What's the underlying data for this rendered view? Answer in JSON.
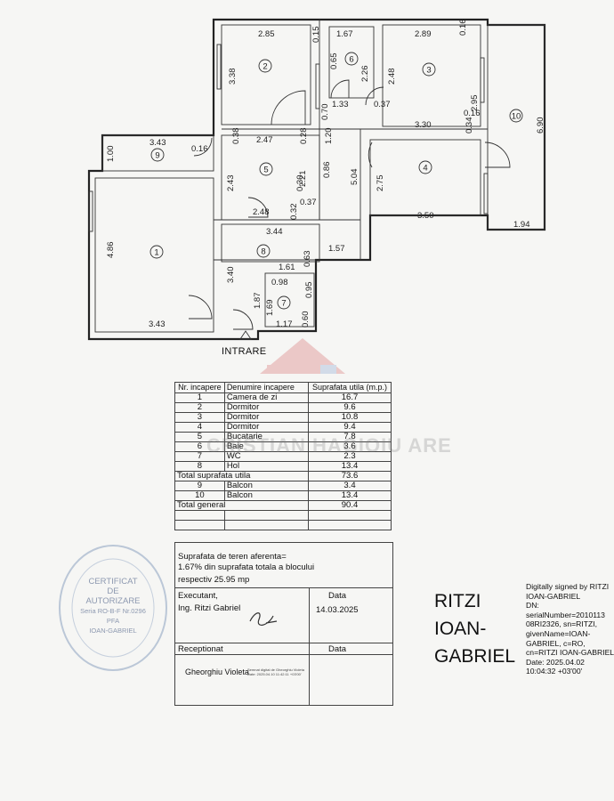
{
  "plan": {
    "entry_label": "INTRARE",
    "rooms": {
      "r1": "1",
      "r2": "2",
      "r3": "3",
      "r4": "4",
      "r5": "5",
      "r6": "6",
      "r7": "7",
      "r8": "8",
      "r9": "9",
      "r10": "10"
    },
    "dims": [
      "2.85",
      "3.38",
      "1.67",
      "0.65",
      "2.26",
      "2.89",
      "0.16",
      "2.48",
      "2.95",
      "0.16",
      "3.30",
      "0.34",
      "6.90",
      "1.33",
      "0.37",
      "3.43",
      "1.00",
      "0.16",
      "0.38",
      "2.47",
      "0.28",
      "1.20",
      "2.43",
      "2.21",
      "0.37",
      "2.48",
      "0.32",
      "3.44",
      "1.57",
      "5.04",
      "2.75",
      "3.50",
      "1.94",
      "4.86",
      "3.40",
      "1.61",
      "0.63",
      "0.98",
      "1.69",
      "1.17",
      "0.60",
      "3.43",
      "1.87",
      "0.15",
      "0.70",
      "0.86",
      "0.30",
      "0.95"
    ]
  },
  "watermark": "CRISTIAN HAGIOIU ARE",
  "table": {
    "header": {
      "nr": "Nr. incapere",
      "name": "Denumire incapere",
      "area": "Suprafata utila (m.p.)"
    },
    "rows": [
      {
        "nr": "1",
        "name": "Camera de zi",
        "area": "16.7"
      },
      {
        "nr": "2",
        "name": "Dormitor",
        "area": "9.6"
      },
      {
        "nr": "3",
        "name": "Dormitor",
        "area": "10.8"
      },
      {
        "nr": "4",
        "name": "Dormitor",
        "area": "9.4"
      },
      {
        "nr": "5",
        "name": "Bucatarie",
        "area": "7.8"
      },
      {
        "nr": "6",
        "name": "Baie",
        "area": "3.6"
      },
      {
        "nr": "7",
        "name": "WC",
        "area": "2.3"
      },
      {
        "nr": "8",
        "name": "Hol",
        "area": "13.4"
      }
    ],
    "total_util_label": "Total suprafata utila",
    "total_util_value": "73.6",
    "balcony_rows": [
      {
        "nr": "9",
        "name": "Balcon",
        "area": "3.4"
      },
      {
        "nr": "10",
        "name": "Balcon",
        "area": "13.4"
      }
    ],
    "total_general_label": "Total general",
    "total_general_value": "90.4"
  },
  "lower": {
    "land_line1": "Suprafata de teren aferenta=",
    "land_line2": "1.67% din suprafata totala a blocului",
    "land_line3": "respectiv 25.95 mp",
    "executant_label": "Executant,",
    "executant_name": "Ing. Ritzi Gabriel",
    "date_label": "Data",
    "date_value": "14.03.2025",
    "receptionat_label": "Receptionat",
    "date_label2": "Data",
    "receiver_name": "Gheorghiu Violeta",
    "receiver_sig": "Semnat digital de Gheorghiu Violeta",
    "receiver_date": "Date: 2025.04.10 11:42:11 +03'00'"
  },
  "stamp": {
    "line1": "CERTIFICAT",
    "line2": "DE",
    "line3": "AUTORIZARE",
    "line4": "Seria RO-B-F Nr.0296",
    "line5": "PFA",
    "line6": "IOAN-GABRIEL"
  },
  "signature": {
    "name_line1": "RITZI",
    "name_line2": "IOAN-",
    "name_line3": "GABRIEL",
    "details": [
      "Digitally signed by RITZI",
      "IOAN-GABRIEL",
      "DN:",
      "serialNumber=2010113",
      "08RI2326, sn=RITZI,",
      "givenName=IOAN-",
      "GABRIEL, c=RO,",
      "cn=RITZI IOAN-GABRIEL",
      "Date: 2025.04.02",
      "10:04:32 +03'00'"
    ]
  }
}
